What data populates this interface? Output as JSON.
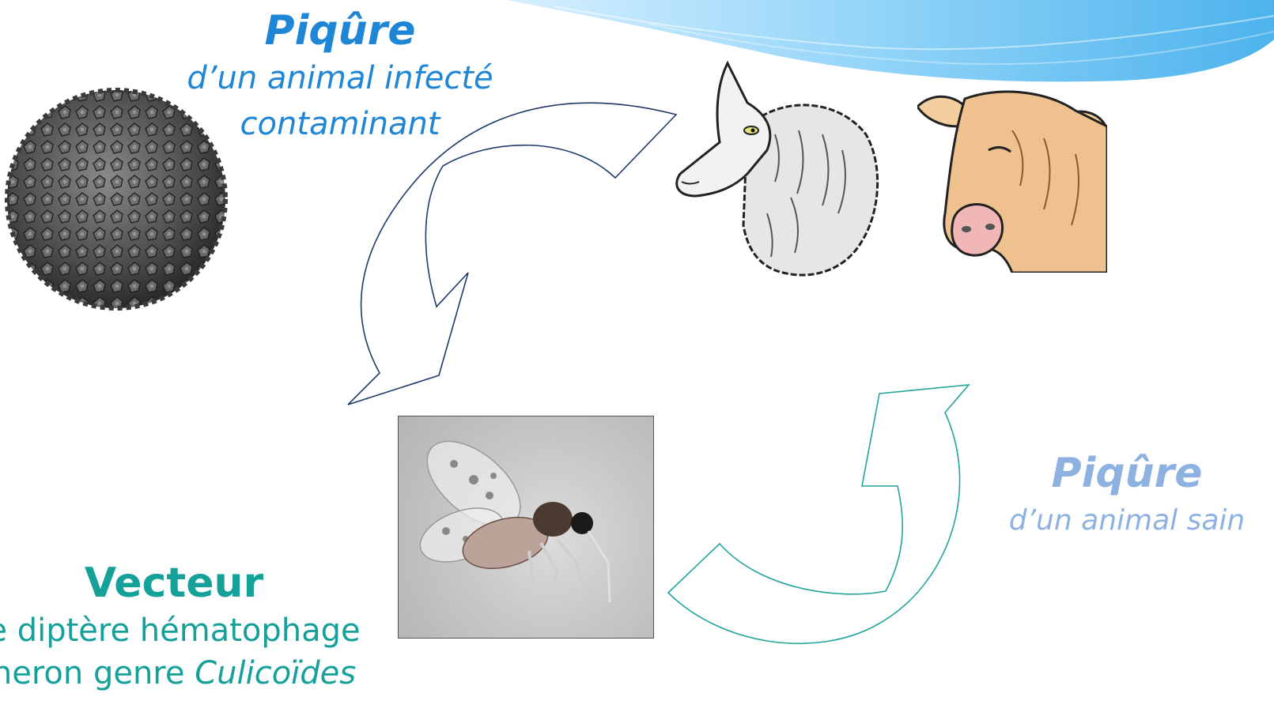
{
  "bite_infected": {
    "title": "Piqûre",
    "line1": "d’un animal infecté",
    "line2": "contaminant"
  },
  "bite_healthy": {
    "title": "Piqûre",
    "line1": "d’un animal sain"
  },
  "vector": {
    "title": "Vecteur",
    "line1": "e diptère hématophage",
    "line2_prefix": "heron genre ",
    "line2_genus": "Culicoïdes"
  },
  "colors": {
    "infected_label": "#1f86d6",
    "healthy_label": "#8db1e0",
    "vector_label": "#16a09a",
    "arrow_top": "#1e3a6b",
    "arrow_bottom": "#22a59c",
    "banner": "#6ec3f2"
  },
  "icons": [
    "virus-particle",
    "sheep",
    "cow",
    "culicoides-midge"
  ]
}
